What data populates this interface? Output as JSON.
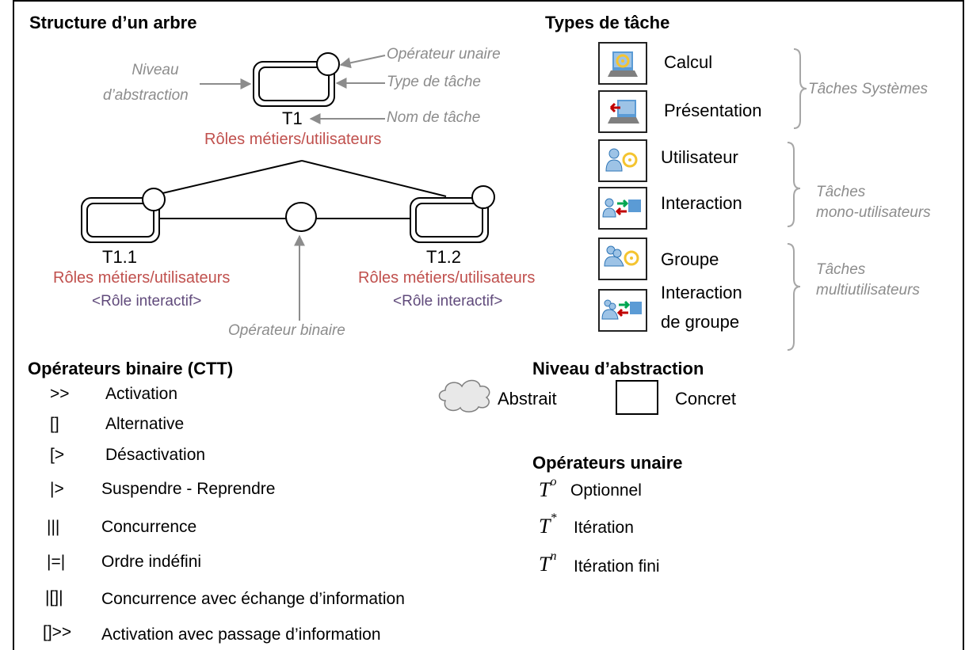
{
  "structure": {
    "title": "Structure d’un arbre",
    "annotations": {
      "unary_operator": "Opérateur unaire",
      "abstraction_level_1": "Niveau",
      "abstraction_level_2": "d’abstraction",
      "task_type": "Type de tâche",
      "task_name": "Nom de tâche",
      "binary_operator": "Opérateur binaire"
    },
    "root": {
      "name": "T1",
      "roles": "Rôles métiers/utilisateurs"
    },
    "children": [
      {
        "name": "T1.1",
        "roles": "Rôles métiers/utilisateurs",
        "interactive_role": "<Rôle interactif>"
      },
      {
        "name": "T1.2",
        "roles": "Rôles métiers/utilisateurs",
        "interactive_role": "<Rôle interactif>"
      }
    ]
  },
  "task_types": {
    "title": "Types de tâche",
    "items": [
      {
        "label": "Calcul",
        "icon": "computation-icon"
      },
      {
        "label": "Présentation",
        "icon": "presentation-icon"
      },
      {
        "label": "Utilisateur",
        "icon": "user-task-icon"
      },
      {
        "label": "Interaction",
        "icon": "interaction-icon"
      },
      {
        "label": "Groupe",
        "icon": "group-task-icon"
      },
      {
        "label_line1": "Interaction",
        "label_line2": "de groupe",
        "icon": "group-interaction-icon"
      }
    ],
    "groups": {
      "systems": "Tâches Systèmes",
      "mono_1": "Tâches",
      "mono_2": "mono-utilisateurs",
      "multi_1": "Tâches",
      "multi_2": "multiutilisateurs"
    }
  },
  "binary_operators": {
    "title": "Opérateurs binaire (CTT)",
    "items": [
      {
        "symbol": ">>",
        "label": "Activation"
      },
      {
        "symbol": "[]",
        "label": "Alternative"
      },
      {
        "symbol": "[>",
        "label": "Désactivation"
      },
      {
        "symbol": "|>",
        "label": "Suspendre - Reprendre"
      },
      {
        "symbol": "|||",
        "label": "Concurrence"
      },
      {
        "symbol": "|=|",
        "label": "Ordre indéfini"
      },
      {
        "symbol": "|[]|",
        "label": "Concurrence avec échange d’information"
      },
      {
        "symbol": "[]>>",
        "label": "Activation avec passage d’information"
      }
    ]
  },
  "abstraction": {
    "title": "Niveau d’abstraction",
    "abstract": "Abstrait",
    "concrete": "Concret"
  },
  "unary_operators": {
    "title": "Opérateurs unaire",
    "items": [
      {
        "base": "T",
        "sup": "o",
        "label": "Optionnel"
      },
      {
        "base": "T",
        "sup": "*",
        "label": "Itération"
      },
      {
        "base": "T",
        "sup": "n",
        "label": "Itération fini"
      }
    ]
  },
  "colors": {
    "role": "#c0504d",
    "interactive_role": "#604a7b",
    "annotation": "#8c8c8c"
  }
}
